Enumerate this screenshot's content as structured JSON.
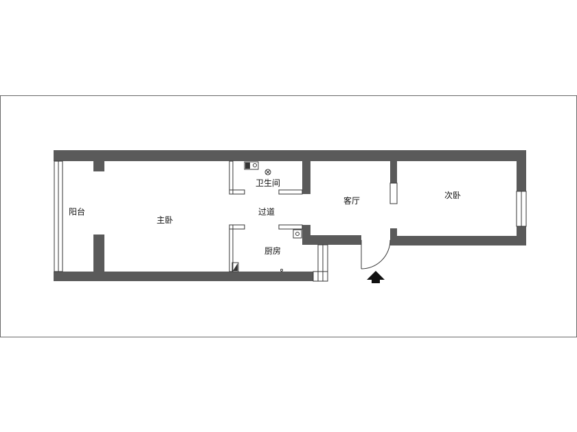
{
  "rooms": {
    "balcony": "阳台",
    "master_bedroom": "主卧",
    "bathroom": "卫生间",
    "hallway": "过道",
    "kitchen": "厨房",
    "living_room": "客厅",
    "second_bedroom": "次卧"
  },
  "colors": {
    "wall": "#5a5a5a",
    "line": "#333333",
    "arrow": "#111111"
  },
  "icons": {
    "entrance": "entrance-arrow-icon",
    "door": "door-swing-icon",
    "toilet": "toilet-icon",
    "floor_drain": "floor-drain-icon",
    "sink": "sink-icon"
  }
}
